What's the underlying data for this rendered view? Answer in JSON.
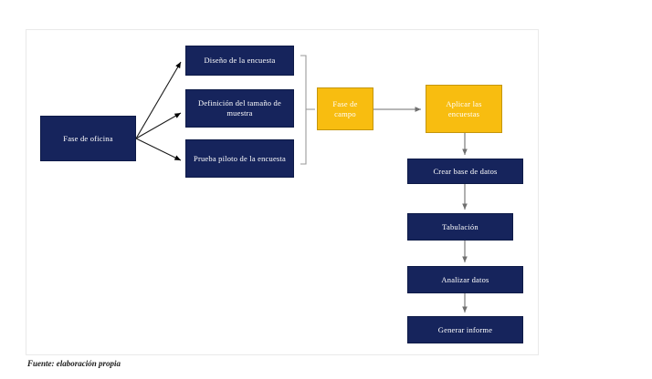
{
  "figure": {
    "type": "flowchart",
    "source_note": "Fuente: elaboración propia",
    "colors": {
      "navy": "#16245c",
      "gold": "#f8bd10",
      "arrow_black": "#000000",
      "arrow_gray": "#808080",
      "bracket_gray": "#9a9a9a",
      "frame": "#e9e9e9",
      "text_on_node": "#ffffff"
    },
    "nodes": [
      {
        "id": "fase-de-oficina",
        "label": "Fase de oficina",
        "style": "navy"
      },
      {
        "id": "diseno-encuesta",
        "label": "Diseño de la encuesta",
        "style": "navy"
      },
      {
        "id": "definicion-tamano",
        "label": "Definición del tamaño de muestra",
        "style": "navy"
      },
      {
        "id": "prueba-piloto",
        "label": "Prueba piloto de la encuesta",
        "style": "navy"
      },
      {
        "id": "fase-de-campo",
        "label": "Fase de campo",
        "style": "gold"
      },
      {
        "id": "aplicar-encuestas",
        "label": "Aplicar las encuestas",
        "style": "gold"
      },
      {
        "id": "crear-base-de-datos",
        "label": "Crear base de datos",
        "style": "navy"
      },
      {
        "id": "tabulacion",
        "label": "Tabulación",
        "style": "navy"
      },
      {
        "id": "analizar-datos",
        "label": "Analizar datos",
        "style": "navy"
      },
      {
        "id": "generar-informe",
        "label": "Generar informe",
        "style": "navy"
      }
    ],
    "edges": [
      {
        "from": "fase-de-oficina",
        "to": "diseno-encuesta",
        "style": "black-arrow"
      },
      {
        "from": "fase-de-oficina",
        "to": "definicion-tamano",
        "style": "black-arrow"
      },
      {
        "from": "fase-de-oficina",
        "to": "prueba-piloto",
        "style": "black-arrow"
      },
      {
        "from": "office-group",
        "to": "fase-de-campo",
        "style": "gray-bracket"
      },
      {
        "from": "fase-de-campo",
        "to": "aplicar-encuestas",
        "style": "gray-arrow"
      },
      {
        "from": "aplicar-encuestas",
        "to": "crear-base-de-datos",
        "style": "gray-arrow"
      },
      {
        "from": "crear-base-de-datos",
        "to": "tabulacion",
        "style": "gray-arrow"
      },
      {
        "from": "tabulacion",
        "to": "analizar-datos",
        "style": "gray-arrow"
      },
      {
        "from": "analizar-datos",
        "to": "generar-informe",
        "style": "gray-arrow"
      }
    ]
  }
}
